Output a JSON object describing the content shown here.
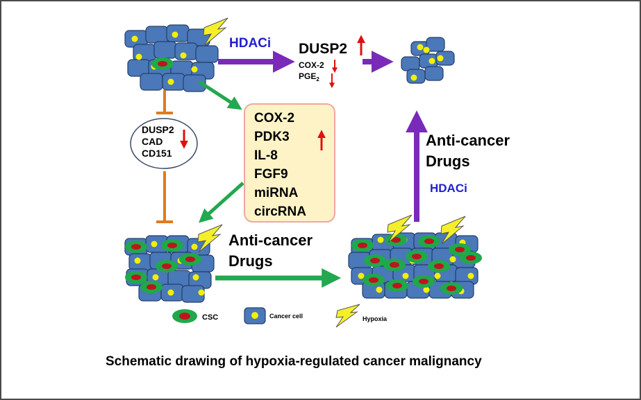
{
  "colors": {
    "cancer_cell_fill": "#4a78b8",
    "cancer_cell_stroke": "#243e6a",
    "nucleus_yellow": "#f2f000",
    "csc_green": "#20a84a",
    "csc_red": "#c0141c",
    "hdaci_blue": "#1f1fd0",
    "purple_arrow": "#7a2ab8",
    "green_arrow": "#22a84e",
    "orange_inhibit": "#e07a20",
    "red_arrow": "#e01010",
    "bolt_yellow": "#f5ef2a",
    "factor_box_fill": "#fdf3c7",
    "factor_box_stroke": "#f0a6a6"
  },
  "labels": {
    "hdaci_top": "HDACi",
    "hdaci_right": "HDACi",
    "dusp2_top": "DUSP2",
    "cox2_top": "COX-2",
    "pge2_base": "PGE",
    "pge2_sub": "2",
    "anti_cancer_right_1": "Anti-cancer",
    "anti_cancer_right_2": "Drugs",
    "anti_cancer_bottom_1": "Anti-cancer",
    "anti_cancer_bottom_2": "Drugs"
  },
  "oval_genes": [
    "DUSP2",
    "CAD",
    "CD151"
  ],
  "factors": [
    "COX-2",
    "PDK3",
    "IL-8",
    "FGF9",
    "miRNA",
    "circRNA"
  ],
  "legend": {
    "csc": "CSC",
    "cancer_cell": "Cancer cell",
    "hypoxia": "Hypoxia"
  },
  "caption": "Schematic drawing of hypoxia-regulated cancer malignancy"
}
